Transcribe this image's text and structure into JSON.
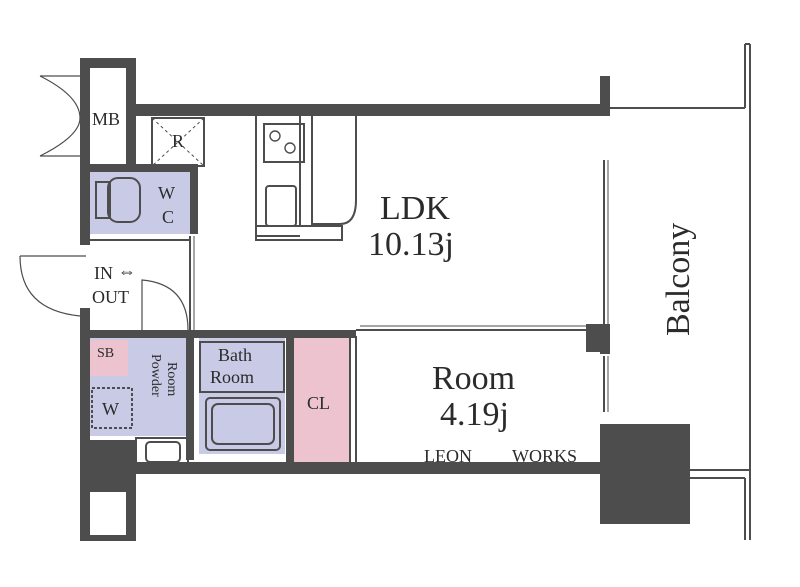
{
  "rooms": {
    "mb": "MB",
    "r": "R",
    "wc_w": "W",
    "wc_c": "C",
    "entrance_in": "IN",
    "entrance_arrow": "⇔",
    "entrance_out": "OUT",
    "sb": "SB",
    "powder_room_1": "Powder",
    "powder_room_2": "Room",
    "washer": "W",
    "bath_1": "Bath",
    "bath_2": "Room",
    "cl": "CL",
    "ldk_name": "LDK",
    "ldk_size": "10.13j",
    "room_name": "Room",
    "room_size": "4.19j",
    "balcony": "Balcony"
  },
  "footer": {
    "brand_left": "LEON",
    "brand_right": "WORKS"
  },
  "colors": {
    "wall": "#4d4d4d",
    "wet_area": "#c9cbe6",
    "closet": "#ecc3cf",
    "storage": "#ecc3cf",
    "text": "#2b2b2b"
  }
}
